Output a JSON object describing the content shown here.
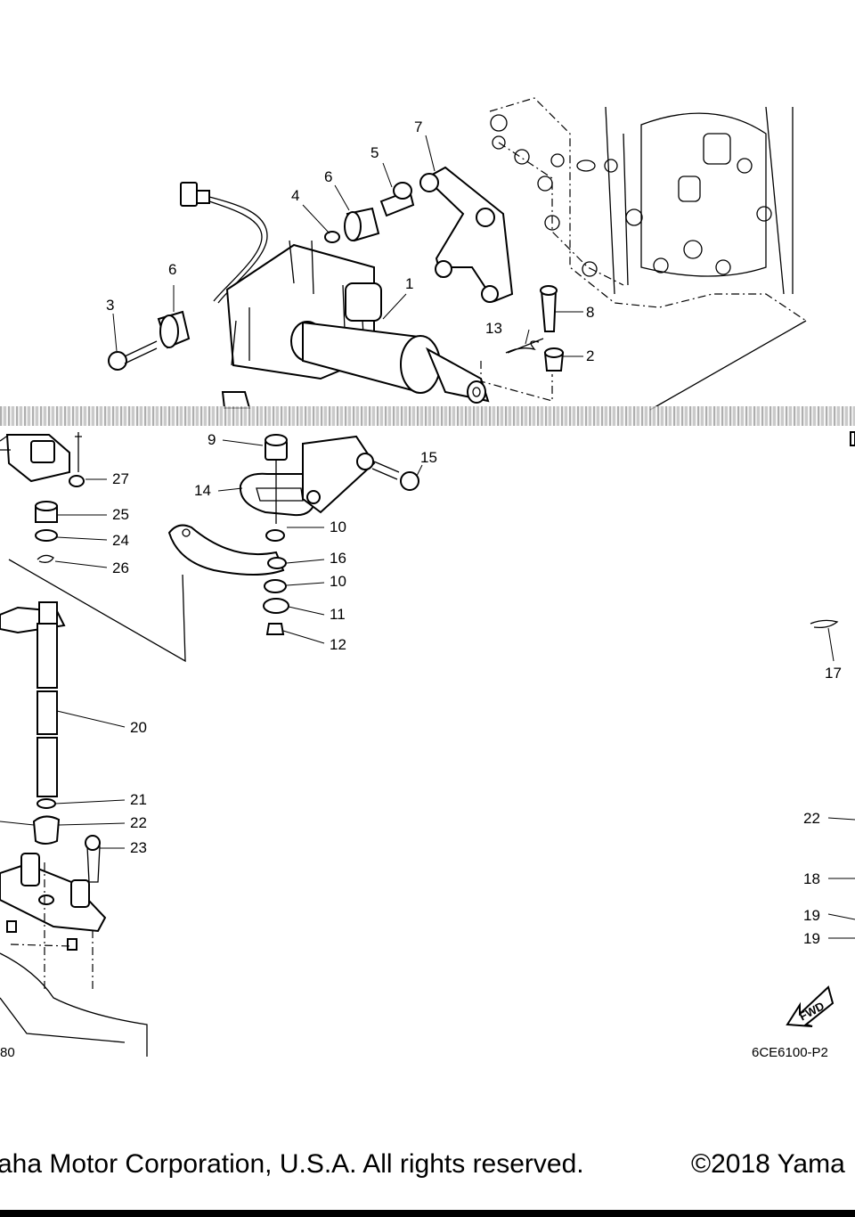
{
  "callouts": [
    "1",
    "2",
    "3",
    "4",
    "5",
    "6",
    "6",
    "7",
    "8",
    "9",
    "10",
    "10",
    "11",
    "12",
    "13",
    "14",
    "15",
    "16",
    "17",
    "18",
    "19",
    "19",
    "20",
    "21",
    "22",
    "22",
    "23",
    "24",
    "25",
    "26",
    "27"
  ],
  "figure_codes": {
    "left": "80",
    "right": "6CE6100-P2"
  },
  "fwd_label": "FWD",
  "footer": {
    "left": "aha Motor Corporation, U.S.A. All rights reserved.",
    "right": "©2018 Yama"
  }
}
